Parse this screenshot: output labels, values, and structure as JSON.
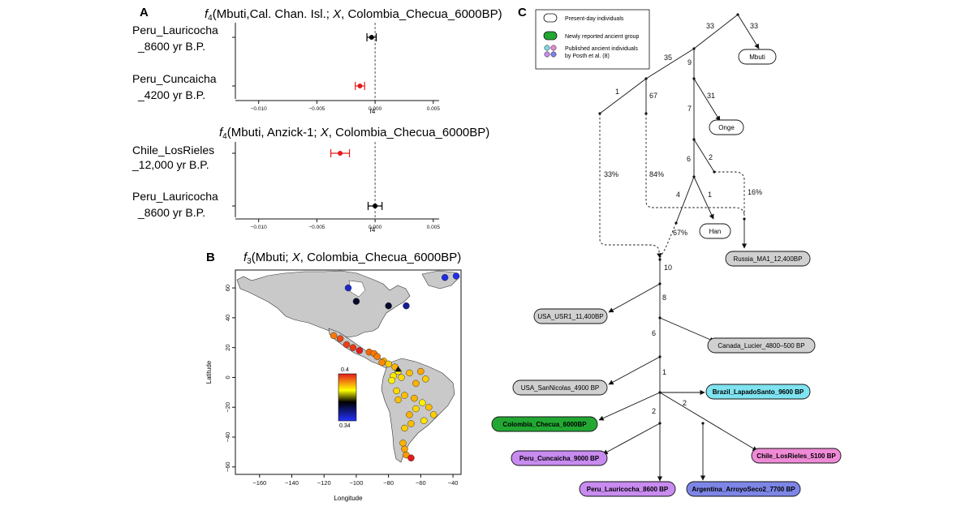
{
  "panels": {
    "A": {
      "letter": "A",
      "top": {
        "title_italic": "f",
        "title_sub": "4",
        "title_pre": "(Mbuti,Cal. Chan. Isl.; ",
        "title_var": "X",
        "title_post": ", Colombia_Checua_6000BP)",
        "rows": [
          {
            "line1": "Peru_Lauricocha",
            "line2": "_8600 yr B.P."
          },
          {
            "line1": "Peru_Cuncaicha",
            "line2": "_4200 yr B.P."
          }
        ],
        "xlabel": "f4"
      },
      "bottom": {
        "title_italic": "f",
        "title_sub": "4",
        "title_pre": "(Mbuti, Anzick-1; ",
        "title_var": "X",
        "title_post": ", Colombia_Checua_6000BP)",
        "rows": [
          {
            "line1": "Chile_LosRieles",
            "line2": "_12,000 yr B.P."
          },
          {
            "line1": "Peru_Lauricocha",
            "line2": "_8600 yr B.P."
          }
        ],
        "xlabel": "f4"
      }
    },
    "B": {
      "letter": "B",
      "title_italic": "f",
      "title_sub": "3",
      "title_pre": "(Mbuti; ",
      "title_var": "X",
      "title_post": ", Colombia_Checua_6000BP)",
      "xlabel": "Longitude",
      "ylabel": "Latitude",
      "legend_top": "0.4",
      "legend_bottom": "0.34"
    },
    "C": {
      "letter": "C",
      "legend": [
        {
          "label": "Present-day individuals"
        },
        {
          "label": "Newly reported ancient group"
        },
        {
          "label": "Published ancient individuals"
        },
        {
          "label": "by Posth et al. (8)"
        }
      ],
      "nodes": [
        {
          "id": "mbuti",
          "label": "Mbuti"
        },
        {
          "id": "onge",
          "label": "Onge"
        },
        {
          "id": "han",
          "label": "Han"
        },
        {
          "id": "ma1",
          "label": "Russia_MA1_12,400BP"
        },
        {
          "id": "usr1",
          "label": "USA_USR1_11,400BP"
        },
        {
          "id": "lucier",
          "label": "Canada_Lucier_4800–500 BP"
        },
        {
          "id": "sannicolas",
          "label": "USA_SanNicolas_4900 BP"
        },
        {
          "id": "lapado",
          "label": "Brazil_LapadoSanto_9600 BP"
        },
        {
          "id": "checua",
          "label": "Colombia_Checua_6000BP"
        },
        {
          "id": "rieles",
          "label": "Chile_LosRieles_5100 BP"
        },
        {
          "id": "cuncaicha",
          "label": "Peru_Cuncaicha_9000 BP"
        },
        {
          "id": "lauricocha",
          "label": "Peru_Lauricocha_8600 BP"
        },
        {
          "id": "arroyo",
          "label": "Argentina_ArroyoSeco2_7700 BP"
        }
      ],
      "edge_labels": [
        "33",
        "33",
        "35",
        "9",
        "1",
        "67",
        "7",
        "31",
        "33%",
        "84%",
        "6",
        "2",
        "16%",
        "4",
        "1",
        "67%",
        "10",
        "8",
        "6",
        "1",
        "2",
        "2"
      ]
    }
  },
  "chart_data": [
    {
      "type": "scatter",
      "title": "f4(Mbuti,Cal. Chan. Isl.; X, Colombia_Checua_6000BP)",
      "xlabel": "f4",
      "xlim": [
        -0.012,
        0.0055
      ],
      "xticks": [
        -0.01,
        -0.005,
        0.0,
        0.005
      ],
      "tick_labels": [
        "−0.010",
        "−0.005",
        "0.000",
        "0.005"
      ],
      "categories": [
        "Peru_Lauricocha_8600 yr B.P.",
        "Peru_Cuncaicha_4200 yr B.P."
      ],
      "series": [
        {
          "values": [
            -0.0003,
            -0.0013
          ],
          "err": [
            0.0004,
            0.0004
          ],
          "colors": [
            "#000000",
            "#e41a1c"
          ]
        }
      ]
    },
    {
      "type": "scatter",
      "title": "f4(Mbuti, Anzick-1; X, Colombia_Checua_6000BP)",
      "xlabel": "f4",
      "xlim": [
        -0.012,
        0.0055
      ],
      "xticks": [
        -0.01,
        -0.005,
        0.0,
        0.005
      ],
      "tick_labels": [
        "−0.010",
        "−0.005",
        "0.000",
        "0.005"
      ],
      "categories": [
        "Chile_LosRieles_12,000 yr B.P.",
        "Peru_Lauricocha_8600 yr B.P."
      ],
      "series": [
        {
          "values": [
            -0.003,
            0.0
          ],
          "err": [
            0.0008,
            0.0006
          ],
          "colors": [
            "#e41a1c",
            "#000000"
          ]
        }
      ]
    },
    {
      "type": "scatter",
      "title": "f3(Mbuti; X, Colombia_Checua_6000BP)",
      "xlabel": "Longitude",
      "ylabel": "Latitude",
      "xlim": [
        -175,
        -35
      ],
      "ylim": [
        -65,
        72
      ],
      "xticks": [
        -160,
        -140,
        -120,
        -100,
        -80,
        -60,
        -40
      ],
      "yticks": [
        -60,
        -40,
        -20,
        0,
        20,
        40,
        60
      ],
      "colorbar": {
        "min": 0.34,
        "max": 0.4
      },
      "points": [
        {
          "lon": -105,
          "lat": 60,
          "v": 0.345
        },
        {
          "lon": -100,
          "lat": 51,
          "v": 0.36
        },
        {
          "lon": -80,
          "lat": 48,
          "v": 0.36
        },
        {
          "lon": -69,
          "lat": 48,
          "v": 0.35
        },
        {
          "lon": -45,
          "lat": 67,
          "v": 0.343
        },
        {
          "lon": -38,
          "lat": 68,
          "v": 0.342
        },
        {
          "lon": -114,
          "lat": 28,
          "v": 0.39
        },
        {
          "lon": -110,
          "lat": 26,
          "v": 0.395
        },
        {
          "lon": -106,
          "lat": 22,
          "v": 0.396
        },
        {
          "lon": -102,
          "lat": 20,
          "v": 0.397
        },
        {
          "lon": -98,
          "lat": 18,
          "v": 0.4
        },
        {
          "lon": -92,
          "lat": 17,
          "v": 0.392
        },
        {
          "lon": -89,
          "lat": 16,
          "v": 0.39
        },
        {
          "lon": -87,
          "lat": 14,
          "v": 0.39
        },
        {
          "lon": -83,
          "lat": 11,
          "v": 0.385
        },
        {
          "lon": -80,
          "lat": 9,
          "v": 0.383
        },
        {
          "lon": -76,
          "lat": 7,
          "v": 0.385
        },
        {
          "lon": -74,
          "lat": 4,
          "v": 0.38
        },
        {
          "lon": -77,
          "lat": 1,
          "v": 0.381
        },
        {
          "lon": -72,
          "lat": 0,
          "v": 0.382
        },
        {
          "lon": -67,
          "lat": 3,
          "v": 0.384
        },
        {
          "lon": -60,
          "lat": 4,
          "v": 0.386
        },
        {
          "lon": -57,
          "lat": -1,
          "v": 0.383
        },
        {
          "lon": -63,
          "lat": -4,
          "v": 0.385
        },
        {
          "lon": -75,
          "lat": -9,
          "v": 0.382
        },
        {
          "lon": -70,
          "lat": -12,
          "v": 0.384
        },
        {
          "lon": -64,
          "lat": -14,
          "v": 0.385
        },
        {
          "lon": -59,
          "lat": -17,
          "v": 0.38
        },
        {
          "lon": -55,
          "lat": -20,
          "v": 0.384
        },
        {
          "lon": -63,
          "lat": -21,
          "v": 0.382
        },
        {
          "lon": -67,
          "lat": -25,
          "v": 0.385
        },
        {
          "lon": -52,
          "lat": -25,
          "v": 0.383
        },
        {
          "lon": -58,
          "lat": -29,
          "v": 0.381
        },
        {
          "lon": -66,
          "lat": -31,
          "v": 0.384
        },
        {
          "lon": -70,
          "lat": -34,
          "v": 0.383
        },
        {
          "lon": -71,
          "lat": -44,
          "v": 0.385
        },
        {
          "lon": -70,
          "lat": -48,
          "v": 0.386
        },
        {
          "lon": -69,
          "lat": -52,
          "v": 0.387
        },
        {
          "lon": -66,
          "lat": -54,
          "v": 0.4
        },
        {
          "lon": -84,
          "lat": 10,
          "v": 0.388
        },
        {
          "lon": -78,
          "lat": -2,
          "v": 0.38
        },
        {
          "lon": -74,
          "lat": -15,
          "v": 0.384
        }
      ]
    }
  ]
}
